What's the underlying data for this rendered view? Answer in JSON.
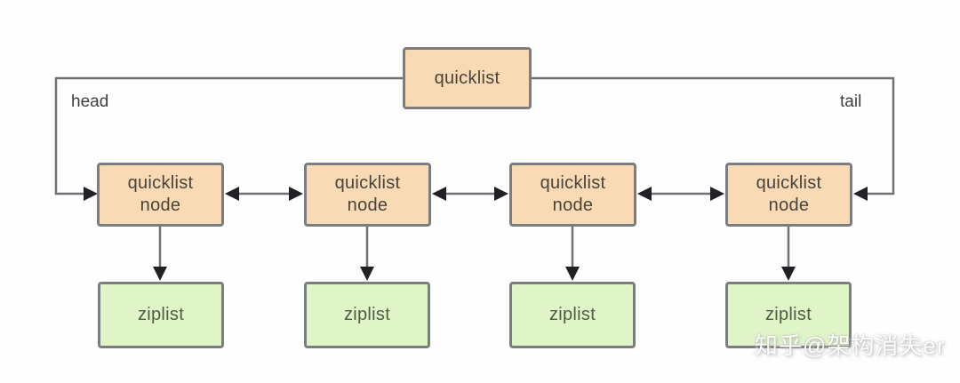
{
  "diagram": {
    "title_box": {
      "label": "quicklist"
    },
    "head_label": "head",
    "tail_label": "tail",
    "nodes": [
      {
        "label": "quicklist node"
      },
      {
        "label": "quicklist node"
      },
      {
        "label": "quicklist node"
      },
      {
        "label": "quicklist node"
      }
    ],
    "ziplists": [
      {
        "label": "ziplist"
      },
      {
        "label": "ziplist"
      },
      {
        "label": "ziplist"
      }
    ],
    "ziplist4": {
      "label": "ziplist"
    },
    "connections": [
      "quicklist head -> quicklist node 1",
      "quicklist tail -> quicklist node 4",
      "quicklist node 1 <-> quicklist node 2",
      "quicklist node 2 <-> quicklist node 3",
      "quicklist node 3 <-> quicklist node 4",
      "quicklist node 1 -> ziplist 1",
      "quicklist node 2 -> ziplist 2",
      "quicklist node 3 -> ziplist 3",
      "quicklist node 4 -> ziplist 4"
    ],
    "watermark": "知乎@架构消失er",
    "colors": {
      "node_fill": "#f8dbb5",
      "ziplist_fill": "#e0f5c7",
      "box_border": "#7b7e81",
      "line": "#6e7175",
      "arrowhead": "#202124",
      "background": "#fefefe"
    }
  }
}
